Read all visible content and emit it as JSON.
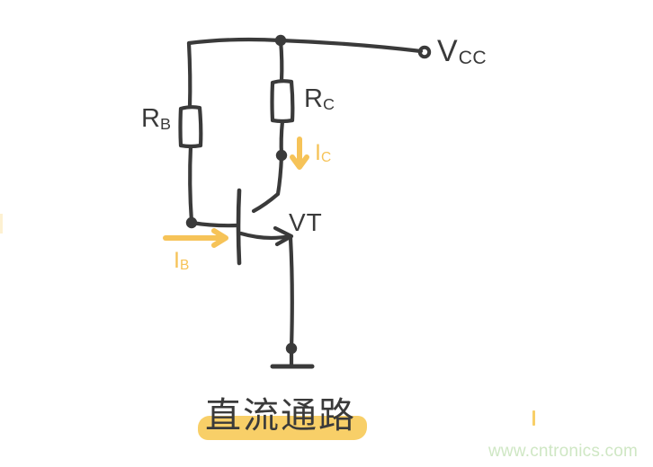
{
  "figure": {
    "type": "hand-drawn schematic",
    "caption": "直流通路",
    "caption_highlight_color": "#f8cf68",
    "ink_color": "#3a3a3a",
    "accent_color": "#f6c358",
    "background_color": "#ffffff"
  },
  "labels": {
    "vcc": {
      "main": "V",
      "sub": "CC"
    },
    "rb": {
      "main": "R",
      "sub": "B"
    },
    "rc": {
      "main": "R",
      "sub": "C"
    },
    "vt": "VT",
    "ic": {
      "main": "I",
      "sub": "C"
    },
    "ib": {
      "main": "I",
      "sub": "B"
    }
  },
  "components": [
    {
      "name": "resistor-rb",
      "label": "RB",
      "orientation": "vertical"
    },
    {
      "name": "resistor-rc",
      "label": "RC",
      "orientation": "vertical"
    },
    {
      "name": "transistor-vt",
      "label": "VT",
      "kind": "NPN"
    },
    {
      "name": "ground-symbol",
      "label": ""
    },
    {
      "name": "supply-terminal-vcc",
      "label": "VCC"
    }
  ],
  "current_arrows": [
    {
      "name": "ic-arrow",
      "label": "IC",
      "direction": "down",
      "color": "#f6c358"
    },
    {
      "name": "ib-arrow",
      "label": "IB",
      "direction": "right",
      "color": "#f6c358"
    }
  ],
  "watermark": "www.cntronics.com",
  "watermark_color": "#cfe7c4"
}
